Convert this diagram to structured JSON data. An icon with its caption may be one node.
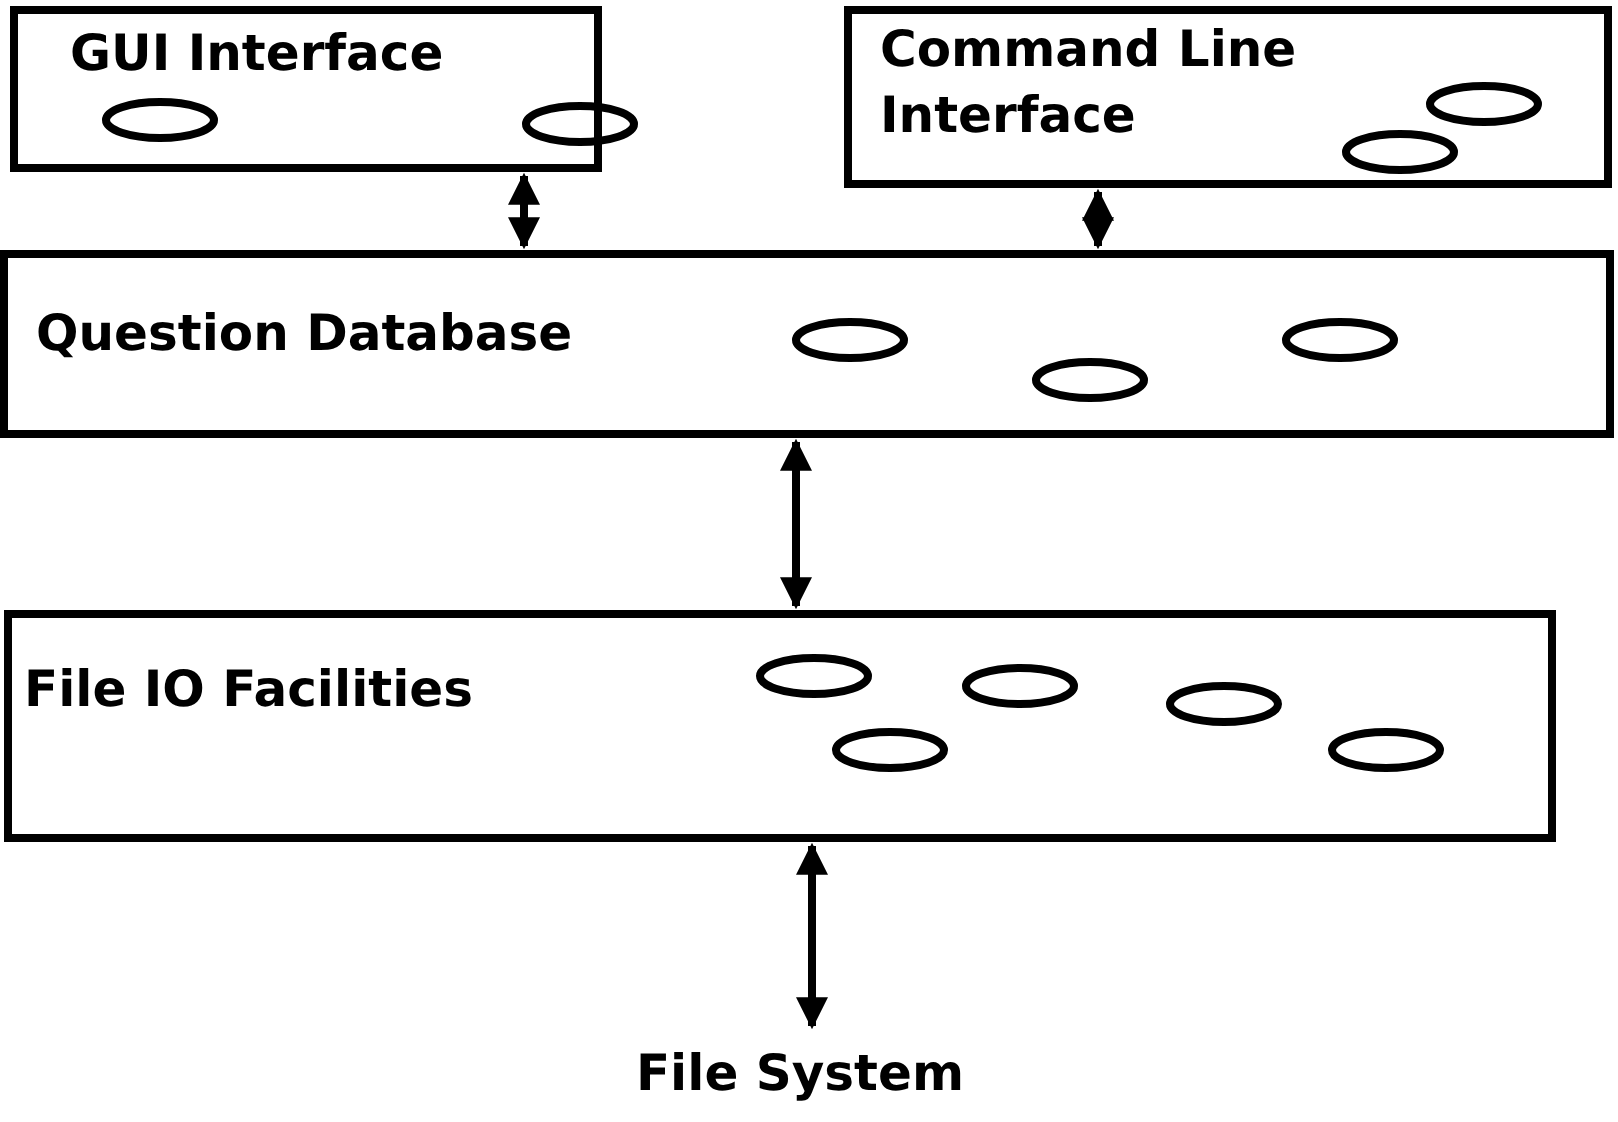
{
  "diagram": {
    "nodes": [
      {
        "text": [
          "GUI Interface"
        ]
      },
      {
        "text": [
          "Command Line Interface"
        ]
      },
      {
        "text": [
          "Question Database"
        ]
      },
      {
        "text": [
          "File IO Facilities"
        ]
      },
      {
        "text": [
          "File System"
        ]
      }
    ],
    "edges": [
      {
        "from": 0,
        "to": 2,
        "arrow": "both"
      },
      {
        "from": 1,
        "to": 2,
        "arrow": "both"
      },
      {
        "from": 2,
        "to": 3,
        "arrow": "both"
      },
      {
        "from": 3,
        "to": 4,
        "arrow": "both"
      }
    ]
  }
}
